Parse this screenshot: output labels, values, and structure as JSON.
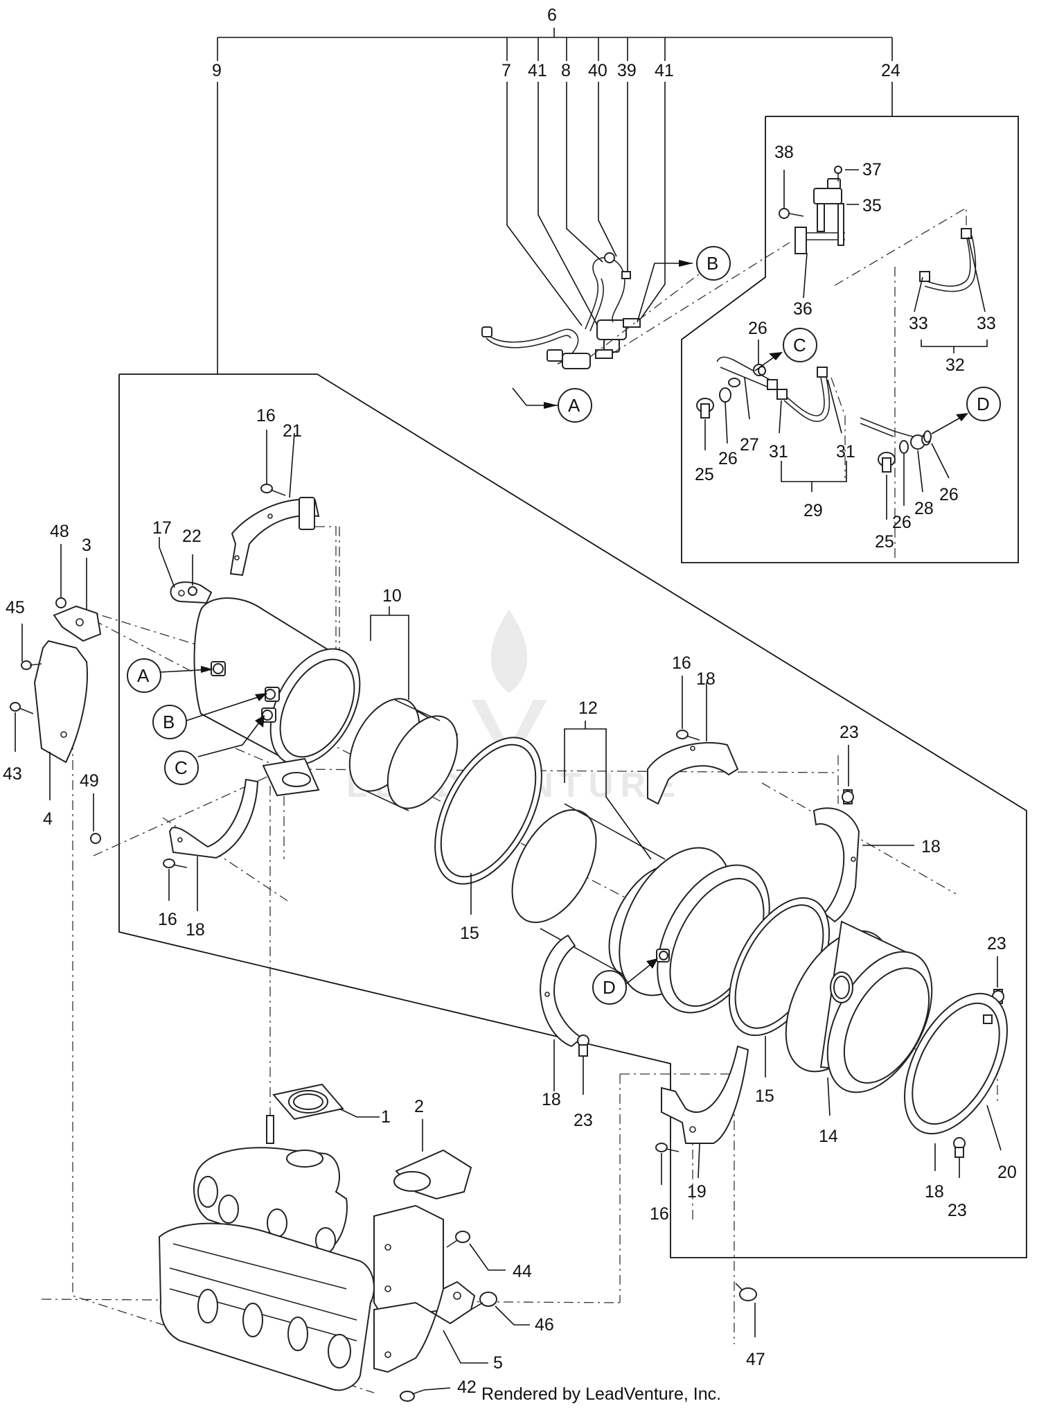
{
  "diagram": {
    "footer": "Rendered by LeadVenture, Inc.",
    "watermark": "LEADVENTURE",
    "top_labels": {
      "l6": "6",
      "l9": "9",
      "l7": "7",
      "l41a": "41",
      "l8": "8",
      "l40": "40",
      "l39": "39",
      "l41b": "41",
      "l24": "24"
    },
    "sensor_labels": {
      "l38": "38",
      "l37": "37",
      "l35": "35",
      "l36": "36",
      "l26a": "26",
      "l25a": "25",
      "l26b": "26",
      "l27": "27",
      "l31a": "31",
      "l31b": "31",
      "l29": "29",
      "l33a": "33",
      "l33b": "33",
      "l32": "32",
      "l25b": "25",
      "l26c": "26",
      "l28": "28",
      "l26d": "26"
    },
    "callouts": {
      "topA": "A",
      "topB": "B",
      "topC": "C",
      "topD": "D",
      "mainA": "A",
      "mainB": "B",
      "mainC": "C",
      "mainD": "D"
    },
    "main_labels": {
      "l16a": "16",
      "l21": "21",
      "l17": "17",
      "l22": "22",
      "l48": "48",
      "l3": "3",
      "l45": "45",
      "l43": "43",
      "l4": "4",
      "l49": "49",
      "l10": "10",
      "l16b": "16",
      "l18a": "18",
      "l12": "12",
      "l23a": "23",
      "l18b": "18",
      "l16c": "16",
      "l18c": "18",
      "l15a": "15",
      "l23b": "23",
      "l18d": "18",
      "l23c": "23",
      "l15b": "15",
      "l14": "14",
      "l20": "20",
      "l18e": "18",
      "l23d": "23",
      "l19": "19",
      "l16d": "16",
      "l1": "1",
      "l2": "2",
      "l44": "44",
      "l46": "46",
      "l5": "5",
      "l42": "42",
      "l47": "47"
    }
  }
}
